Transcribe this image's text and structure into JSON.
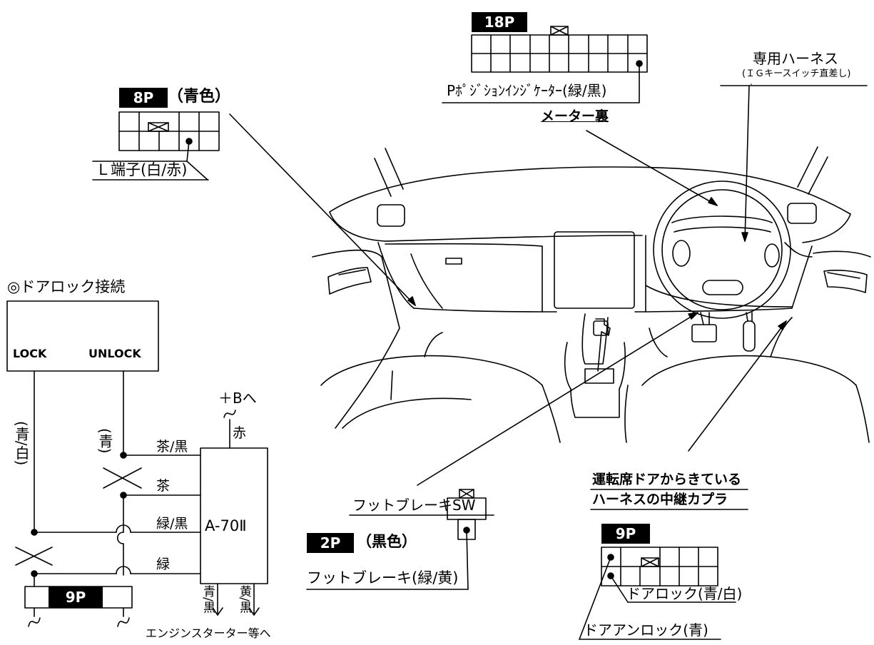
{
  "connectors": {
    "c8p": {
      "badge": "8P",
      "color_note": "（青色）",
      "pin_label": "Ｌ端子(白/赤)"
    },
    "c18p": {
      "badge": "18P",
      "pin_label": "Pﾎﾟｼﾞｼｮﾝｲﾝｼﾞｹｰﾀｰ(緑/黒)",
      "location": "メーター裏"
    },
    "c2p": {
      "title": "フットブレーキSW",
      "badge": "2P",
      "color_note": "（黒色）",
      "pin_label": "フットブレーキ(緑/黄)"
    },
    "c9p_right": {
      "title_line1": "運転席ドアからきている",
      "title_line2": "ハーネスの中継カプラ",
      "badge": "9P",
      "pin_label_1": "ドアロック(青/白)",
      "pin_label_2": "ドアアンロック(青)"
    }
  },
  "harness": {
    "title": "専用ハーネス",
    "subtitle": "(ＩＧキースイッチ直差し)"
  },
  "door_lock": {
    "title": "◎ドアロック接続",
    "lock_label": "LOCK",
    "unlock_label": "UNLOCK",
    "lock_wire": "(青/白)",
    "unlock_wire": "(青)",
    "unit": "A-70Ⅱ",
    "plus_b": "＋Bへ",
    "red_wire": "赤",
    "wire_1": "茶/黒",
    "wire_2": "茶",
    "wire_3": "緑/黒",
    "wire_4": "緑",
    "out_1": "青/黒",
    "out_2": "黄/黒",
    "to_starter": "エンジンスターター等へ",
    "coupler_badge": "9P"
  }
}
